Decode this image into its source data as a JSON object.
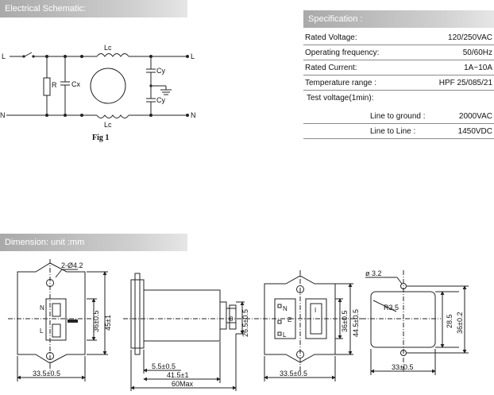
{
  "headers": {
    "schematic": "Electrical Schematic:",
    "specification": "Specification :",
    "dimension": "Dimension:   unit :mm"
  },
  "schematic": {
    "L_in": "L",
    "N_in": "N",
    "L_out": "L",
    "N_out": "N",
    "Lc_top": "Lc",
    "Lc_bottom": "Lc",
    "R": "R",
    "Cx": "Cx",
    "Cy_top": "Cy",
    "Cy_bottom": "Cy",
    "caption": "Fig 1"
  },
  "specification": [
    {
      "label": "Rated Voltage:",
      "value": "120/250VAC"
    },
    {
      "label": "Operating frequency:",
      "value": "50/60Hz"
    },
    {
      "label": "Rated Current:",
      "value": "1A~10A"
    },
    {
      "label": "Temperature range :",
      "value": "HPF 25/085/21"
    },
    {
      "label": "Test voltage(1min):",
      "value": ""
    },
    {
      "label": "Line to ground :",
      "value": "2000VAC"
    },
    {
      "label": "Line to Line :",
      "value": "1450VDC"
    }
  ],
  "dimensions": {
    "hole": "2-Ø4.2",
    "w_front": "33.5±0.5",
    "h_front_inner": "36±0.5",
    "h_front_outer": "45±1",
    "d_55": "5.5±0.5",
    "d_415": "41.5±1",
    "d_60": "60Max",
    "d_265": "26.5±0.5",
    "w_back": "33.5±0.5",
    "h_back_inner": "36±0.5",
    "h_back_outer": "44.5±0.5",
    "phi32": "ø 3.2",
    "r35": "R3.5",
    "h_285": "28.5",
    "h_36": "36±0.2",
    "w_33": "33±0.5",
    "pin_N": "N",
    "pin_L": "L",
    "pin_E": "E",
    "switch_0": "0",
    "switch_I": "I"
  }
}
